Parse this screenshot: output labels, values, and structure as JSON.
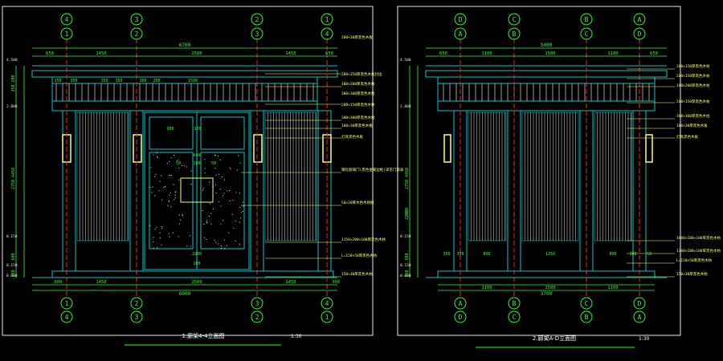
{
  "colors": {
    "background": "#000000",
    "frame": "#e8e8e8",
    "dimension": "#2cff2c",
    "structure": "#00c8c8",
    "axis_line": "#ff2020",
    "leader": "#ffff66",
    "door": "#ffff66",
    "lamp": "#ffff66",
    "panel": "#c0c0c0"
  },
  "left": {
    "title": "1.廊架4-4立面图",
    "scale": "1:30",
    "axis_top_row1": [
      "4",
      "3",
      "2",
      "1"
    ],
    "axis_top_row2": [
      "1",
      "2",
      "3",
      "4"
    ],
    "axis_bottom_row1": [
      "1",
      "2",
      "3",
      "4"
    ],
    "axis_bottom_row2": [
      "4",
      "3",
      "2",
      "1"
    ],
    "dim_overall": "6700",
    "dim_top_segments": [
      "650",
      "1450",
      "2500",
      "1450",
      "650"
    ],
    "dim_bottom_segments": [
      "300",
      "1450",
      "2500",
      "1450",
      "300"
    ],
    "dim_bottom_overall": "6000",
    "beam_dims": [
      "150",
      "350",
      "150",
      "150",
      "300",
      "200",
      "1500"
    ],
    "door_dims": [
      "900",
      "100",
      "640",
      "100",
      "50",
      "50",
      "2200",
      "100"
    ],
    "elev_left": [
      "4.500",
      "2.800",
      "0.150",
      "0.150",
      "0.000"
    ],
    "height_dims": [
      "4450",
      "2750",
      "600",
      "150",
      "200",
      "350"
    ],
    "notes": [
      "200×30厚黑色木板",
      "200×350厚黑色木板封边",
      "100×200厚黑色木枋",
      "300×300厚黑色木柱",
      "200×150厚黑色木枋",
      "300×300厚黑色木柱",
      "100×30厚黑色木板",
      "灯具黑色木板",
      "钢化玻璃门(黑色金属边框)详见门窗表",
      "50×20厚木色木格栅",
      "1150×200×100厚黑色木枋",
      "L=150×50厚黑色木枋",
      "150×30厚黑色木枋"
    ]
  },
  "right": {
    "title": "2.廊架A-D立面图",
    "scale": "1:30",
    "axis_top_row1": [
      "D",
      "C",
      "B",
      "A"
    ],
    "axis_top_row2": [
      "A",
      "B",
      "C",
      "D"
    ],
    "axis_bottom_row1": [
      "A",
      "B",
      "C",
      "D"
    ],
    "axis_bottom_row2": [
      "D",
      "C",
      "B",
      "A"
    ],
    "dim_overall": "5000",
    "dim_top_segments": [
      "650",
      "1100",
      "1500",
      "1100",
      "650"
    ],
    "dim_bottom_segments": [
      "1100",
      "1500",
      "1100"
    ],
    "dim_bottom_overall": "3700",
    "panel_dims": [
      "350",
      "300",
      "800",
      "1250",
      "800",
      "300",
      "50"
    ],
    "elev_left": [
      "4.500",
      "2.800",
      "0.150",
      "0.150",
      "0.000"
    ],
    "height_dims": [
      "4450",
      "2750",
      "2500",
      "2200",
      "600",
      "150"
    ],
    "notes": [
      "200×150厚黑色木枋",
      "200×150厚黑色木枋",
      "100×200厚黑色木枋",
      "200×150厚黑色木枋",
      "300×300厚黑色木柱",
      "100×30厚黑色木板",
      "灯具黑色木板",
      "1600×200×100厚黑色木枋",
      "1200×200×100厚黑色木枋",
      "L=150×50厚黑色木枋",
      "150×30厚黑色木枋"
    ]
  }
}
